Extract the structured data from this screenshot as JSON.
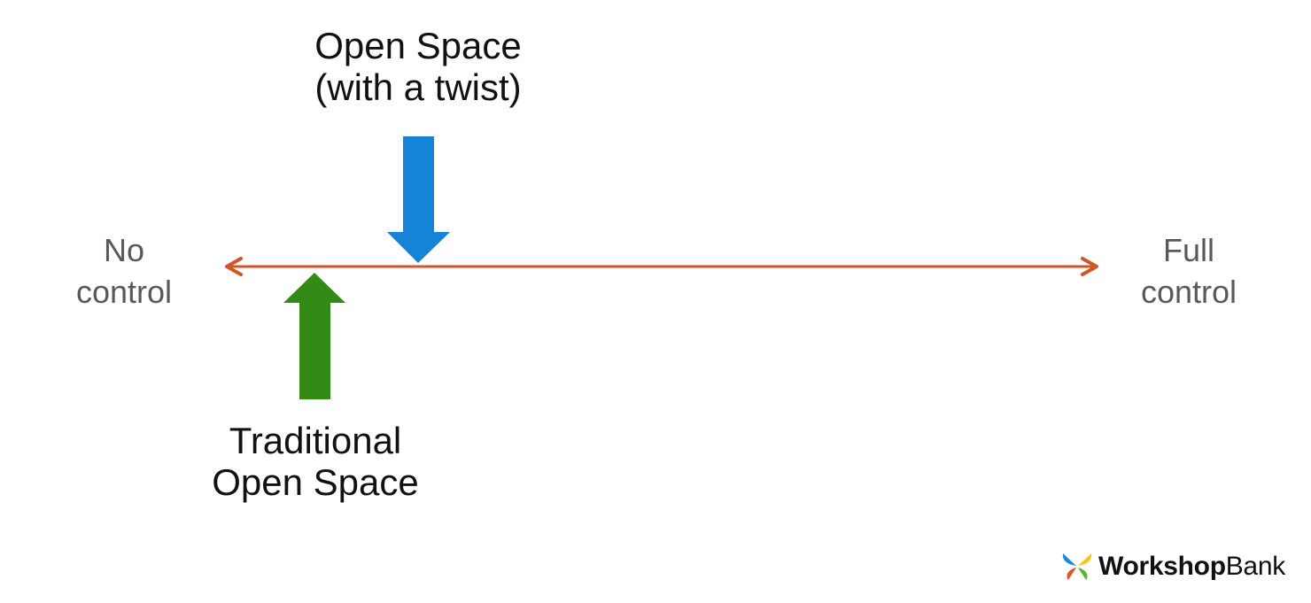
{
  "diagram": {
    "type": "spectrum",
    "axis": {
      "left_label": [
        "No",
        "control"
      ],
      "right_label": [
        "Full",
        "control"
      ],
      "color": "#d2552a"
    },
    "markers": [
      {
        "id": "open-space-twist",
        "label": [
          "Open Space",
          "(with a twist)"
        ],
        "direction": "down",
        "color": "#1483d8",
        "position": "above"
      },
      {
        "id": "traditional-open-space",
        "label": [
          "Traditional",
          "Open Space"
        ],
        "direction": "up",
        "color": "#338a17",
        "position": "below"
      }
    ]
  },
  "logo": {
    "bold": "Workshop",
    "light": "Bank",
    "petal_colors": [
      "#1e88e5",
      "#f9c31f",
      "#e5532b",
      "#5cb531"
    ]
  }
}
